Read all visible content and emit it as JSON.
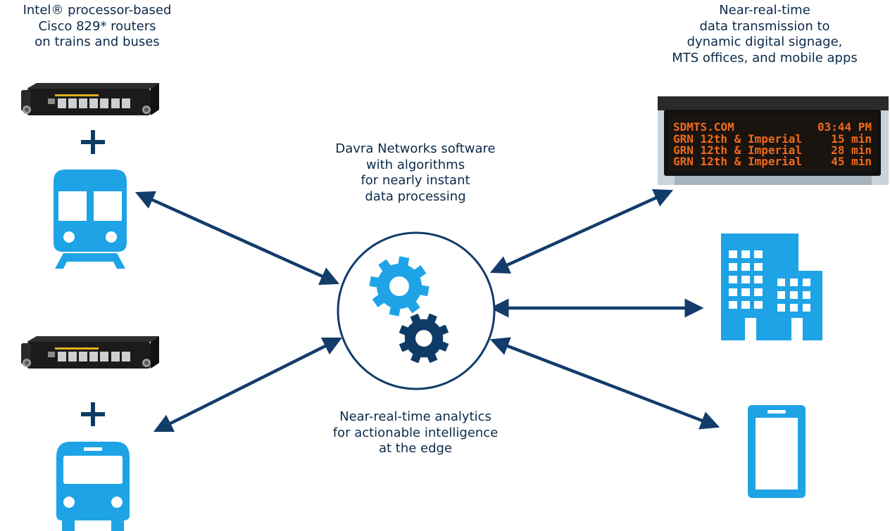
{
  "captions": {
    "routers": [
      "Intel® processor-based",
      "Cisco 829* routers",
      "on trains and buses"
    ],
    "signage": [
      "Near-real-time",
      "data transmission to",
      "dynamic digital signage,",
      "MTS offices, and mobile apps"
    ],
    "software": [
      "Davra Networks software",
      "with algorithms",
      "for nearly instant",
      "data processing"
    ],
    "analytics": [
      "Near-real-time analytics",
      "for actionable intelligence",
      "at the edge"
    ]
  },
  "sign": {
    "line1_left": "SDMTS.COM",
    "line1_right": "03:44 PM",
    "rows": [
      {
        "route": "GRN 12th & Imperial",
        "eta": "15 min"
      },
      {
        "route": "GRN 12th & Imperial",
        "eta": "28 min"
      },
      {
        "route": "GRN 12th & Imperial",
        "eta": "45 min"
      }
    ]
  },
  "colors": {
    "navy": "#0b2a4a",
    "arrow": "#123c6a",
    "light_blue": "#1ea3e6",
    "dark_gear": "#0d3b66",
    "sign_text": "#f06a1c"
  },
  "icons": [
    "router-device",
    "plus-icon",
    "train-icon",
    "bus-icon",
    "gears-icon",
    "building-icon",
    "smartphone-icon",
    "digital-sign-photo"
  ]
}
